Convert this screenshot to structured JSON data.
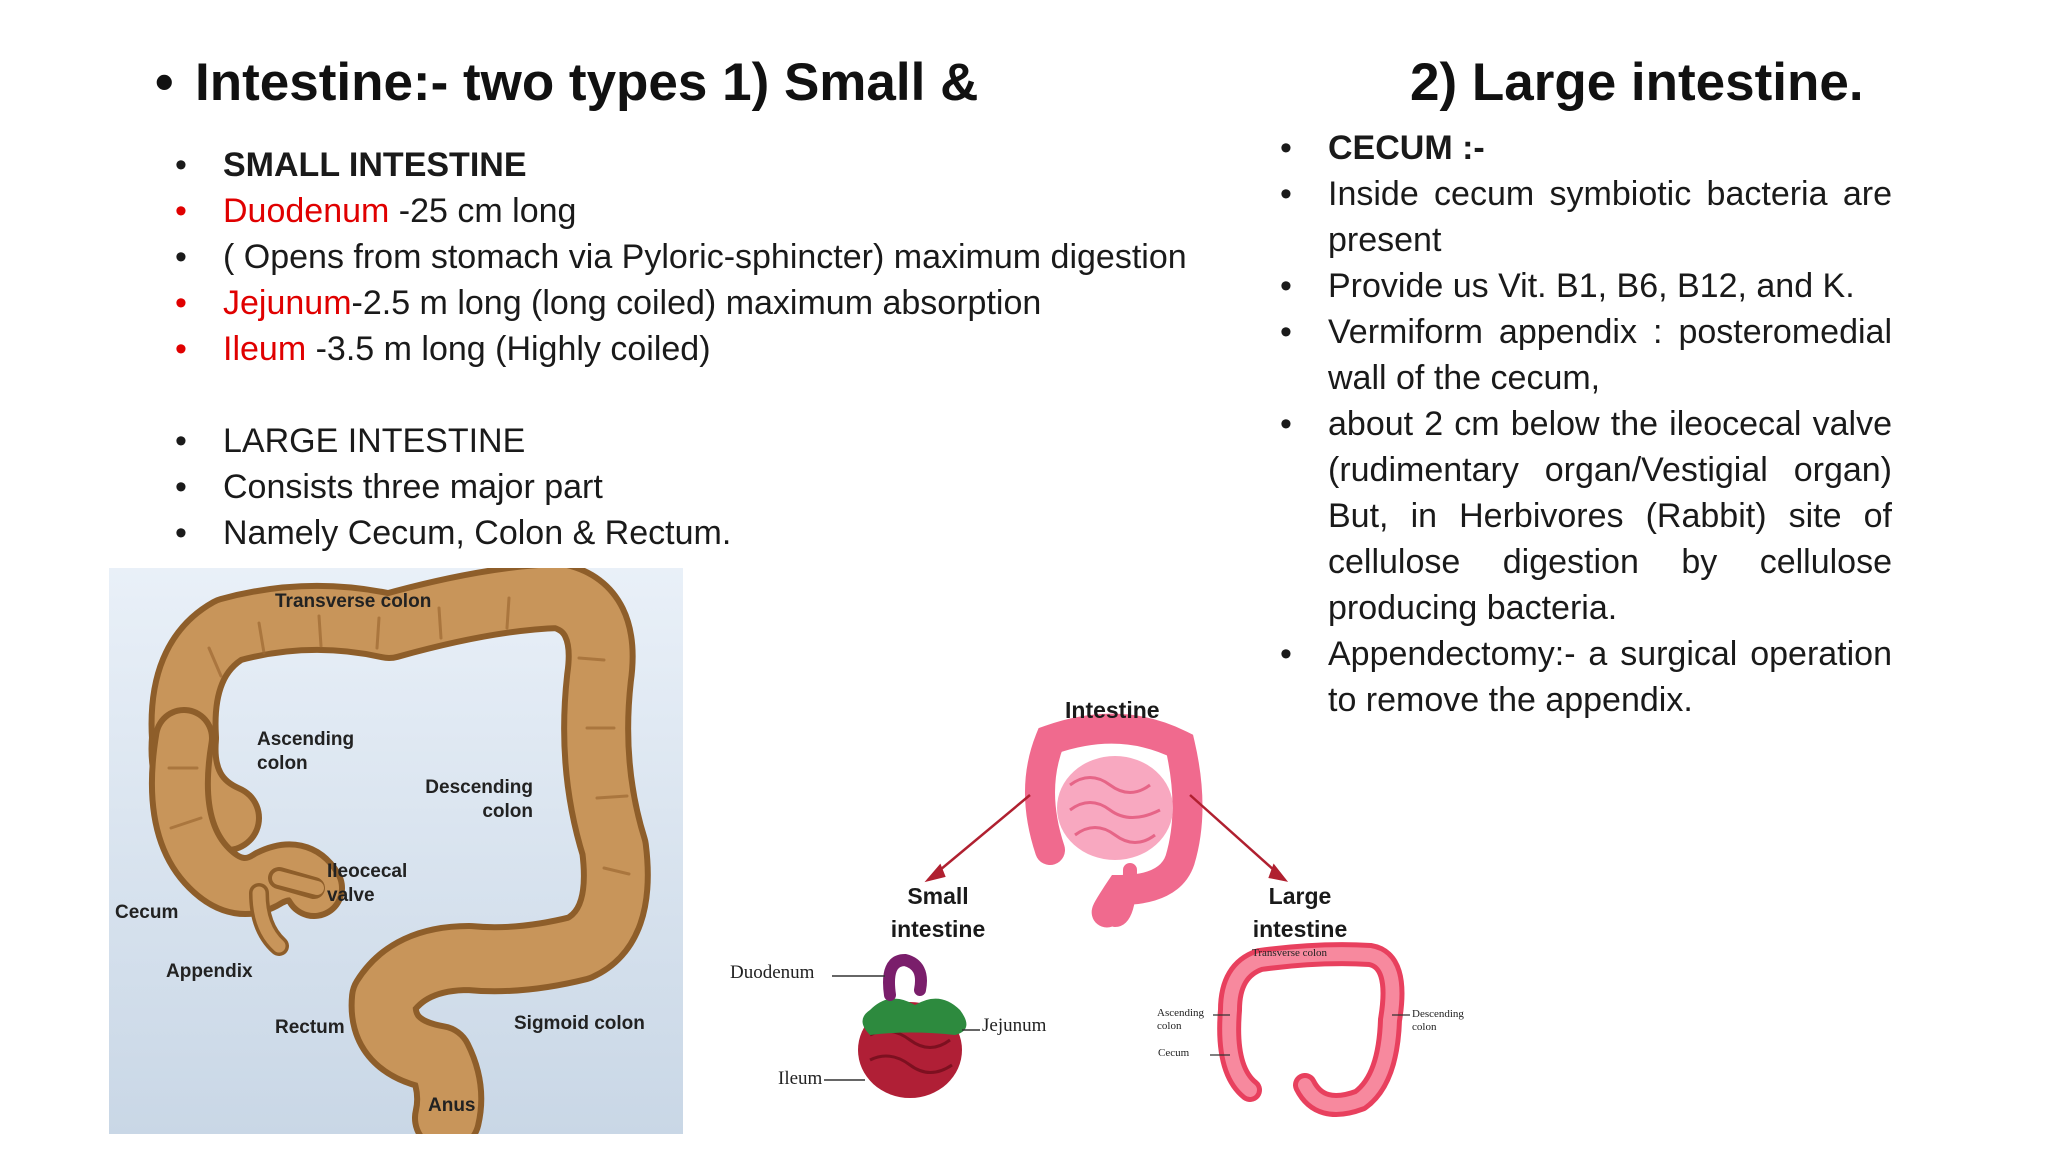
{
  "title": {
    "bullet": "•",
    "part1": "Intestine:- two types   1) Small     &",
    "part2": "2) Large intestine."
  },
  "left_list": [
    {
      "text": "SMALL INTESTINE",
      "red": "",
      "bold": true
    },
    {
      "red": "Duodenum",
      "text": " -25 cm long"
    },
    {
      "red": "",
      "text": "( Opens from stomach via Pyloric-sphincter) maximum digestion"
    },
    {
      "red": "Jejunum",
      "text": "-2.5 m long (long  coiled) maximum absorption"
    },
    {
      "red": "Ileum",
      "text": " -3.5 m long (Highly coiled)"
    },
    {
      "text": "LARGE INTESTINE",
      "red": ""
    },
    {
      "text": "Consists three major part",
      "red": ""
    },
    {
      "text": "Namely Cecum, Colon & Rectum.",
      "red": ""
    }
  ],
  "right_list": [
    "CECUM :-",
    "Inside cecum symbiotic bacteria are present",
    "Provide us Vit. B1, B6, B12, and K.",
    "Vermiform appendix : posteromedial wall of the cecum,",
    "about 2 cm below the ileocecal valve (rudimentary organ/Vestigial organ) But, in Herbivores (Rabbit) site of cellulose digestion by cellulose producing bacteria.",
    "Appendectomy:- a surgical operation to remove the appendix."
  ],
  "figure1": {
    "transverse_colon": "Transverse colon",
    "ascending_colon_1": "Ascending",
    "ascending_colon_2": "colon",
    "descending_colon_1": "Descending",
    "descending_colon_2": "colon",
    "ileocecal_valve_1": "Ileocecal",
    "ileocecal_valve_2": "valve",
    "cecum": "Cecum",
    "appendix": "Appendix",
    "rectum": "Rectum",
    "sigmoid_colon": "Sigmoid colon",
    "anus": "Anus"
  },
  "figure2": {
    "intestine": "Intestine",
    "small_1": "Small",
    "small_2": "intestine",
    "large_1": "Large",
    "large_2": "intestine",
    "duodenum": "Duodenum",
    "jejunum": "Jejunum",
    "ileum": "Ileum",
    "transverse_colon": "Transverse colon",
    "ascending_colon_1": "Ascending",
    "ascending_colon_2": "colon",
    "descending_colon_1": "Descending",
    "descending_colon_2": "colon",
    "cecum": "Cecum"
  }
}
